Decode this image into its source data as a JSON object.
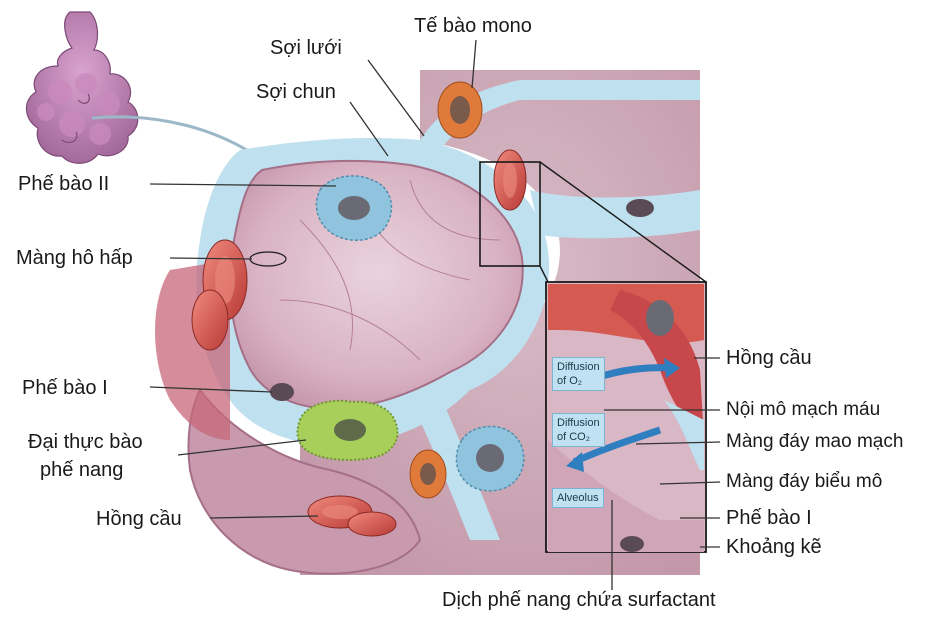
{
  "diagram": {
    "labels": {
      "te_bao_mono": "Tế bào mono",
      "soi_luoi": "Sợi lưới",
      "soi_chun": "Sợi chun",
      "phe_bao_ii": "Phế bào II",
      "mang_ho_hap": "Màng hô hấp",
      "phe_bao_i_left": "Phế bào I",
      "dai_thuc_bao_line1": "Đại thực bào",
      "dai_thuc_bao_line2": "phế nang",
      "hong_cau_left": "Hồng cầu",
      "hong_cau_right": "Hồng cầu",
      "noi_mo_mach_mau": "Nội mô mạch máu",
      "mang_day_mao_mach": "Màng đáy mao mạch",
      "mang_day_bieu_mo": "Màng đáy biểu mô",
      "phe_bao_i_right": "Phế bào I",
      "khoang_ke": "Khoảng kẽ",
      "dich_phe_nang": "Dịch phế nang chứa surfactant"
    },
    "inset": {
      "diffusion_o2_line1": "Diffusion",
      "diffusion_o2_line2": "of O₂",
      "diffusion_co2_line1": "Diffusion",
      "diffusion_co2_line2": "of CO₂",
      "alveolus": "Alveolus"
    },
    "colors": {
      "interstitium": "#bfe0ee",
      "alveolus_wall": "#c98fa6",
      "rbc": "#d9564f",
      "macrophage": "#a7cf5a",
      "type2_cell": "#8fc3de",
      "monocyte": "#e07a3a",
      "leader": "#333333"
    }
  }
}
